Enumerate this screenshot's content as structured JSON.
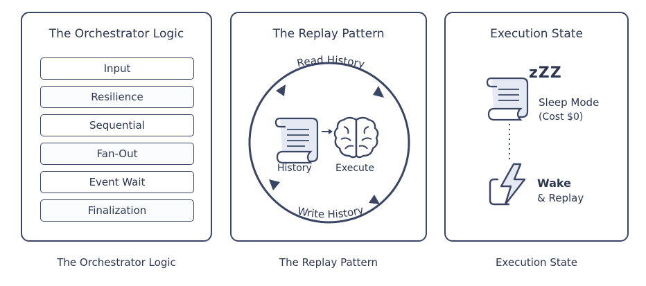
{
  "panels": [
    {
      "title": "The Orchestrator Logic",
      "footer": "The Orchestrator Logic",
      "steps": [
        "Input",
        "Resilience",
        "Sequential",
        "Fan-Out",
        "Event Wait",
        "Finalization"
      ]
    },
    {
      "title": "The Replay Pattern",
      "footer": "The Replay Pattern",
      "top_arc_label": "Read History",
      "bottom_arc_label": "Write History",
      "history_label": "History",
      "execute_label": "Execute"
    },
    {
      "title": "Execution State",
      "footer": "Execution State",
      "sleep_icon_text": "zZZ",
      "sleep_label": "Sleep Mode",
      "sleep_cost": "(Cost $0)",
      "wake_label": "Wake",
      "replay_label": "& Replay"
    }
  ],
  "colors": {
    "stroke": "#3a4563",
    "fill_light": "#e4e9f4",
    "text": "#2c3650"
  },
  "icons": [
    "scroll-icon",
    "brain-icon",
    "lightning-icon",
    "sleep-zzz-icon"
  ]
}
